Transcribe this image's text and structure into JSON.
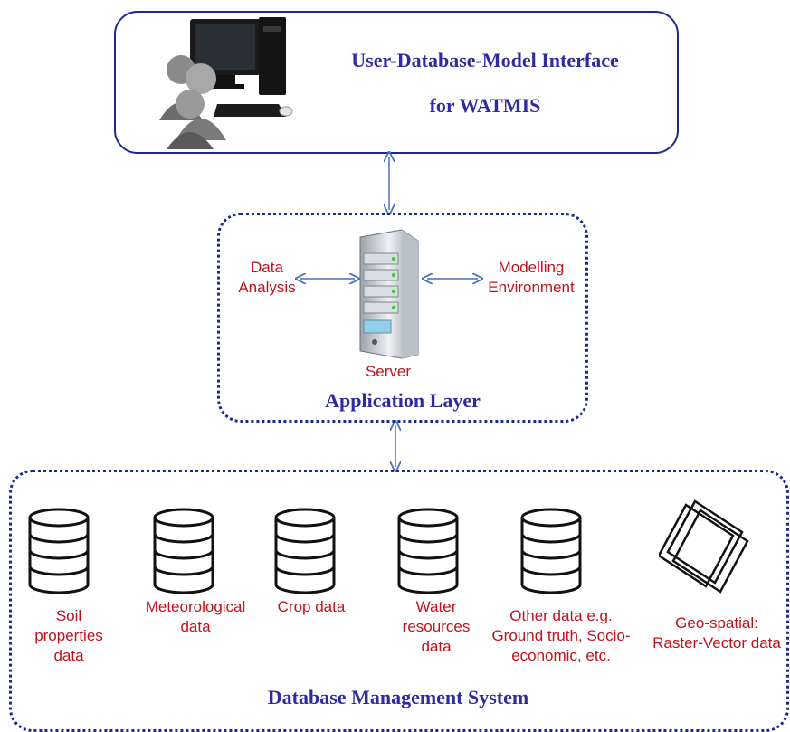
{
  "user_box": {
    "title_line1": "User-Database-Model Interface",
    "title_line2": "for WATMIS"
  },
  "application_layer": {
    "left_label": [
      "Data",
      "Analysis"
    ],
    "right_label": [
      "Modelling",
      "Environment"
    ],
    "server_label": "Server",
    "title": "Application Layer"
  },
  "database_system": {
    "title": "Database Management System",
    "items": [
      {
        "label": [
          "Soil",
          "properties",
          "data"
        ]
      },
      {
        "label": [
          "Meteorological",
          "data"
        ]
      },
      {
        "label": [
          "Crop data"
        ]
      },
      {
        "label": [
          "Water",
          "resources",
          "data"
        ]
      },
      {
        "label": [
          "Other data e.g.",
          "Ground truth, Socio-",
          "economic, etc."
        ]
      },
      {
        "label": [
          "Geo-spatial:",
          "Raster-Vector data"
        ]
      }
    ]
  },
  "colors": {
    "border": "#1b2a8f",
    "title": "#2e2aa0",
    "label": "#c0121a",
    "arrow": "#4a6fb5"
  }
}
